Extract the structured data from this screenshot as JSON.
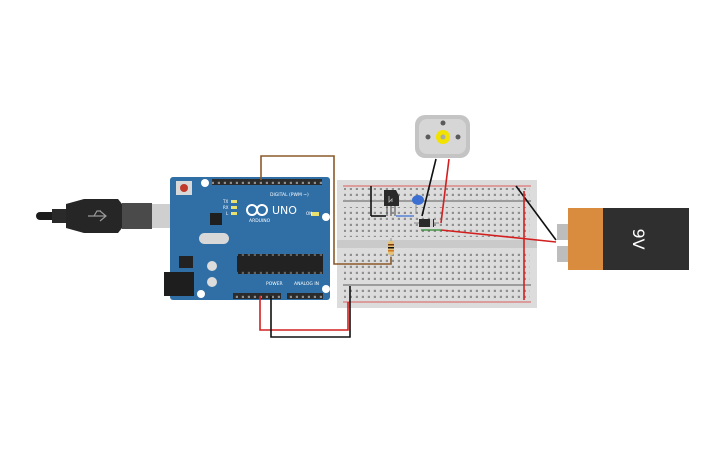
{
  "arduino": {
    "brand": "ARDUINO",
    "model": "UNO",
    "header_digital": "DIGITAL (PWM ~)",
    "header_power": "POWER",
    "header_analog": "ANALOG IN",
    "tx_label": "TX",
    "rx_label": "RX",
    "l_label": "L",
    "on_label": "ON",
    "colors": {
      "board": "#2f6fa6",
      "header": "#2b2b2b",
      "chip": "#222222"
    }
  },
  "battery": {
    "label": "9V",
    "colors": {
      "body": "#2f2f2f",
      "label_band": "#d98c3e"
    }
  },
  "wire_colors": {
    "brown": "#8b5a2b",
    "red": "#d22020",
    "black": "#111111",
    "blue": "#3c6fd1"
  },
  "icons": {
    "usb": "usb-plug-icon",
    "motor": "dc-motor-icon",
    "transistor": "transistor-icon",
    "diode": "diode-icon",
    "resistor": "resistor-icon",
    "capacitor": "capacitor-icon"
  }
}
